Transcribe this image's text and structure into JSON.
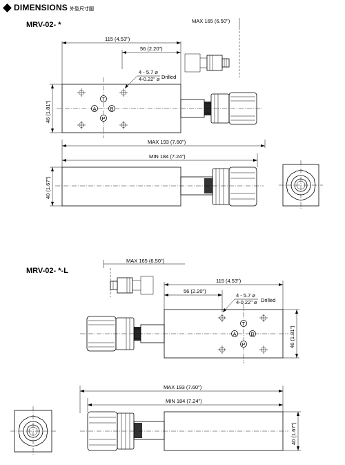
{
  "header": {
    "title": "DIMENSIONS",
    "subtitle": "外型尺寸圖"
  },
  "view_top": {
    "model": "MRV-02- *",
    "max_len": "MAX 165 (6.50\")",
    "overall": "115 (4.53\")",
    "half": "56 (2.20\")",
    "hole_a": "4 - 5.7 ⌀",
    "hole_b": "4-0.22\" ⌀",
    "drilled": "Drilled",
    "height": "46 (1.81\")",
    "port_t": "T",
    "port_a": "A",
    "port_b": "B",
    "port_p": "P"
  },
  "side_top": {
    "max": "MAX  193 (7.60\")",
    "min": "MIN  184 (7.24\")",
    "height": "40 (1.67\")"
  },
  "view_bottom": {
    "model": "MRV-02- *-L",
    "max_len": "MAX 165 (6.50\")",
    "overall": "115 (4.53\")",
    "half": "56 (2.20\")",
    "hole_a": "4 - 5.7 ⌀",
    "hole_b": "4-0.22\" ⌀",
    "drilled": "Drilled",
    "height": "46 (1.81\")",
    "port_t": "T",
    "port_a": "A",
    "port_b": "B",
    "port_p": "P"
  },
  "side_bottom": {
    "max": "MAX  193 (7.60\")",
    "min": "MIN  184 (7.24\")",
    "height": "40 (1.67\")"
  }
}
